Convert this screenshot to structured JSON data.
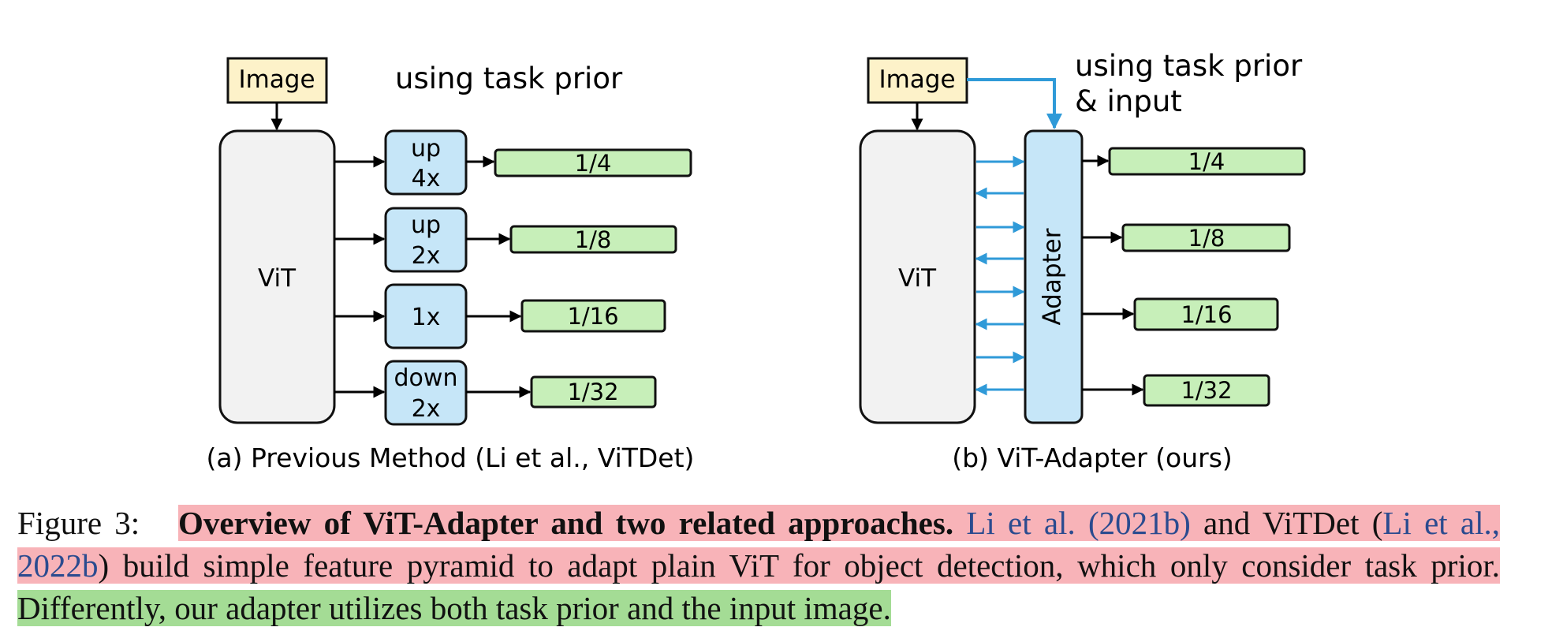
{
  "figure": {
    "panel_a": {
      "image_label": "Image",
      "prior_note": "using task prior",
      "vit_label": "ViT",
      "ops": [
        {
          "line1": "up",
          "line2": "4x"
        },
        {
          "line1": "up",
          "line2": "2x"
        },
        {
          "line1": "",
          "line2": "1x"
        },
        {
          "line1": "down",
          "line2": "2x"
        }
      ],
      "outputs": [
        "1/4",
        "1/8",
        "1/16",
        "1/32"
      ],
      "caption": "(a) Previous Method (Li et al., ViTDet)"
    },
    "panel_b": {
      "image_label": "Image",
      "prior_note_line1": "using task prior",
      "prior_note_line2": "& input",
      "vit_label": "ViT",
      "adapter_label": "Adapter",
      "outputs": [
        "1/4",
        "1/8",
        "1/16",
        "1/32"
      ],
      "caption": "(b) ViT-Adapter (ours)"
    },
    "colors": {
      "image_box": "#fdf2c9",
      "vit_box": "#f2f2f2",
      "op_box": "#c6e6f8",
      "output_box": "#c7efb9",
      "adapter_arrows": "#2f9ad8",
      "highlight_red": "#f8b3b8",
      "highlight_green": "#a4dc95",
      "citation": "#2b4b8f"
    }
  },
  "caption": {
    "label": "Figure 3:",
    "title": "Overview of ViT-Adapter and two related approaches.",
    "cite1": "Li et al. (2021b)",
    "text1": "and ViTDet (",
    "cite2": "Li et al., 2022b",
    "text2": ") build simple feature pyramid to adapt plain ViT for object detection, which only consider task prior.",
    "text3": "Differently, our adapter utilizes both task prior and the input image."
  }
}
